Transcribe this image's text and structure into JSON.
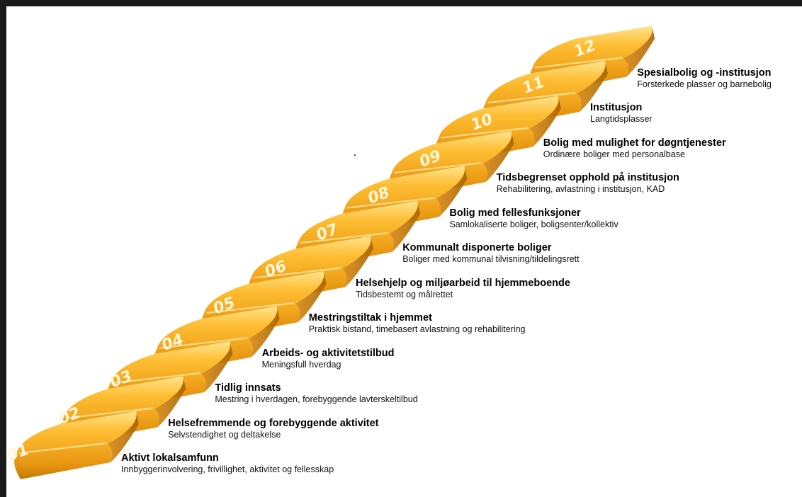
{
  "colors": {
    "step_top_light": "#FFE38A",
    "step_top": "#FDB829",
    "step_front": "#E89A12",
    "step_shadow": "#B46F06",
    "number_text": "#FFF6DA",
    "frame": "#1a1a1a"
  },
  "steps": [
    {
      "number": "01",
      "title": "Aktivt lokalsamfunn",
      "description": "Innbyggerinvolvering, frivillighet, aktivitet og fellesskap"
    },
    {
      "number": "02",
      "title": "Helsefremmende og forebyggende aktivitet",
      "description": "Selvstendighet og deltakelse"
    },
    {
      "number": "03",
      "title": "Tidlig innsats",
      "description": "Mestring i hverdagen, forebyggende lavterskeltilbud"
    },
    {
      "number": "04",
      "title": "Arbeids- og aktivitetstilbud",
      "description": "Meningsfull hverdag"
    },
    {
      "number": "05",
      "title": "Mestringstiltak i hjemmet",
      "description": "Praktisk bistand, timebasert avlastning og rehabilitering"
    },
    {
      "number": "06",
      "title": "Helsehjelp og miljøarbeid til hjemmeboende",
      "description": "Tidsbestemt og målrettet"
    },
    {
      "number": "07",
      "title": "Kommunalt disponerte boliger",
      "description": "Boliger med kommunal tilvisning/tildelingsrett"
    },
    {
      "number": "08",
      "title": "Bolig med fellesfunksjoner",
      "description": "Samlokaliserte boliger, boligsenter/kollektiv"
    },
    {
      "number": "09",
      "title": "Tidsbegrenset opphold på institusjon",
      "description": "Rehabilitering, avlastning i institusjon, KAD"
    },
    {
      "number": "10",
      "title": "Bolig med mulighet for døgntjenester",
      "description": "Ordinære boliger med personalbase"
    },
    {
      "number": "11",
      "title": "Institusjon",
      "description": "Langtidsplasser"
    },
    {
      "number": "12",
      "title": "Spesialbolig og -institusjon",
      "description": "Forsterkede plasser og barnebolig"
    }
  ]
}
